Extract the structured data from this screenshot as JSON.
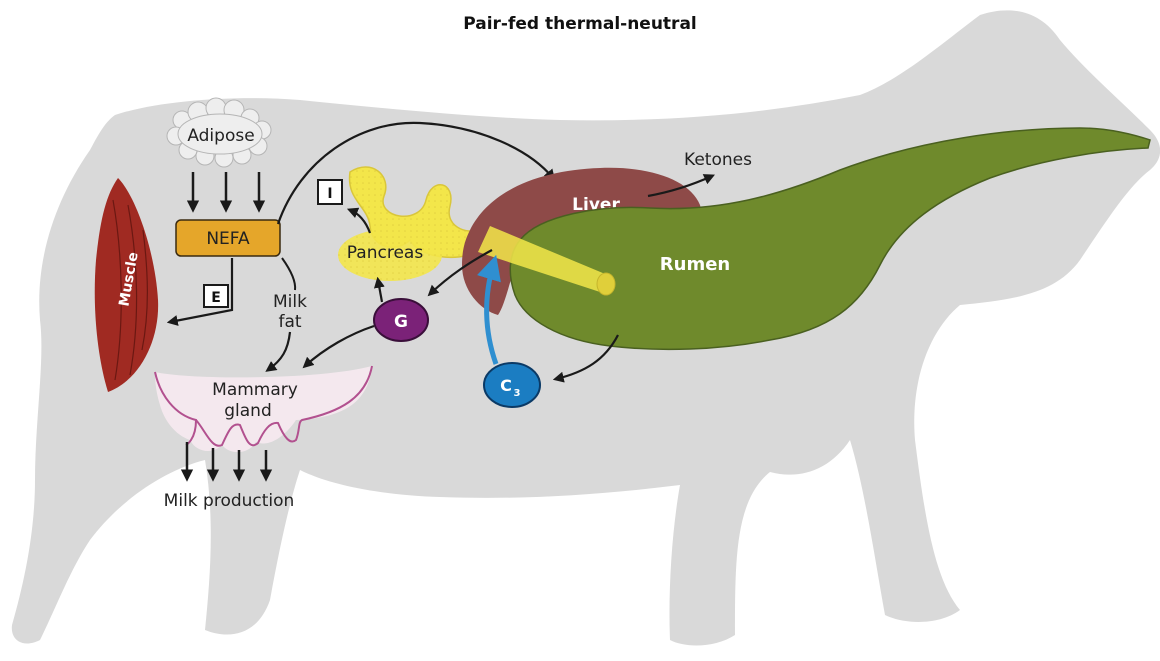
{
  "title": "Pair-fed thermal-neutral",
  "labels": {
    "adipose": "Adipose",
    "nefa": "NEFA",
    "muscle": "Muscle",
    "e": "E",
    "i": "I",
    "milk_fat_1": "Milk",
    "milk_fat_2": "fat",
    "pancreas": "Pancreas",
    "g": "G",
    "liver": "Liver",
    "ketones": "Ketones",
    "rumen": "Rumen",
    "c3_main": "C",
    "c3_sub": "3",
    "mammary_1": "Mammary",
    "mammary_2": "gland",
    "milk_production": "Milk production"
  },
  "colors": {
    "cow_body": "#d9d9d9",
    "muscle": "#a02a22",
    "nefa": "#e5a62a",
    "pancreas": "#f3e64a",
    "liver": "#8e4a48",
    "rumen": "#6f8a2c",
    "g_node": "#7b2278",
    "c3_node": "#1b7dc2",
    "blue_arrow": "#2f8fd0",
    "mammary": "#b2518f",
    "arrow": "#1a1a1a"
  }
}
